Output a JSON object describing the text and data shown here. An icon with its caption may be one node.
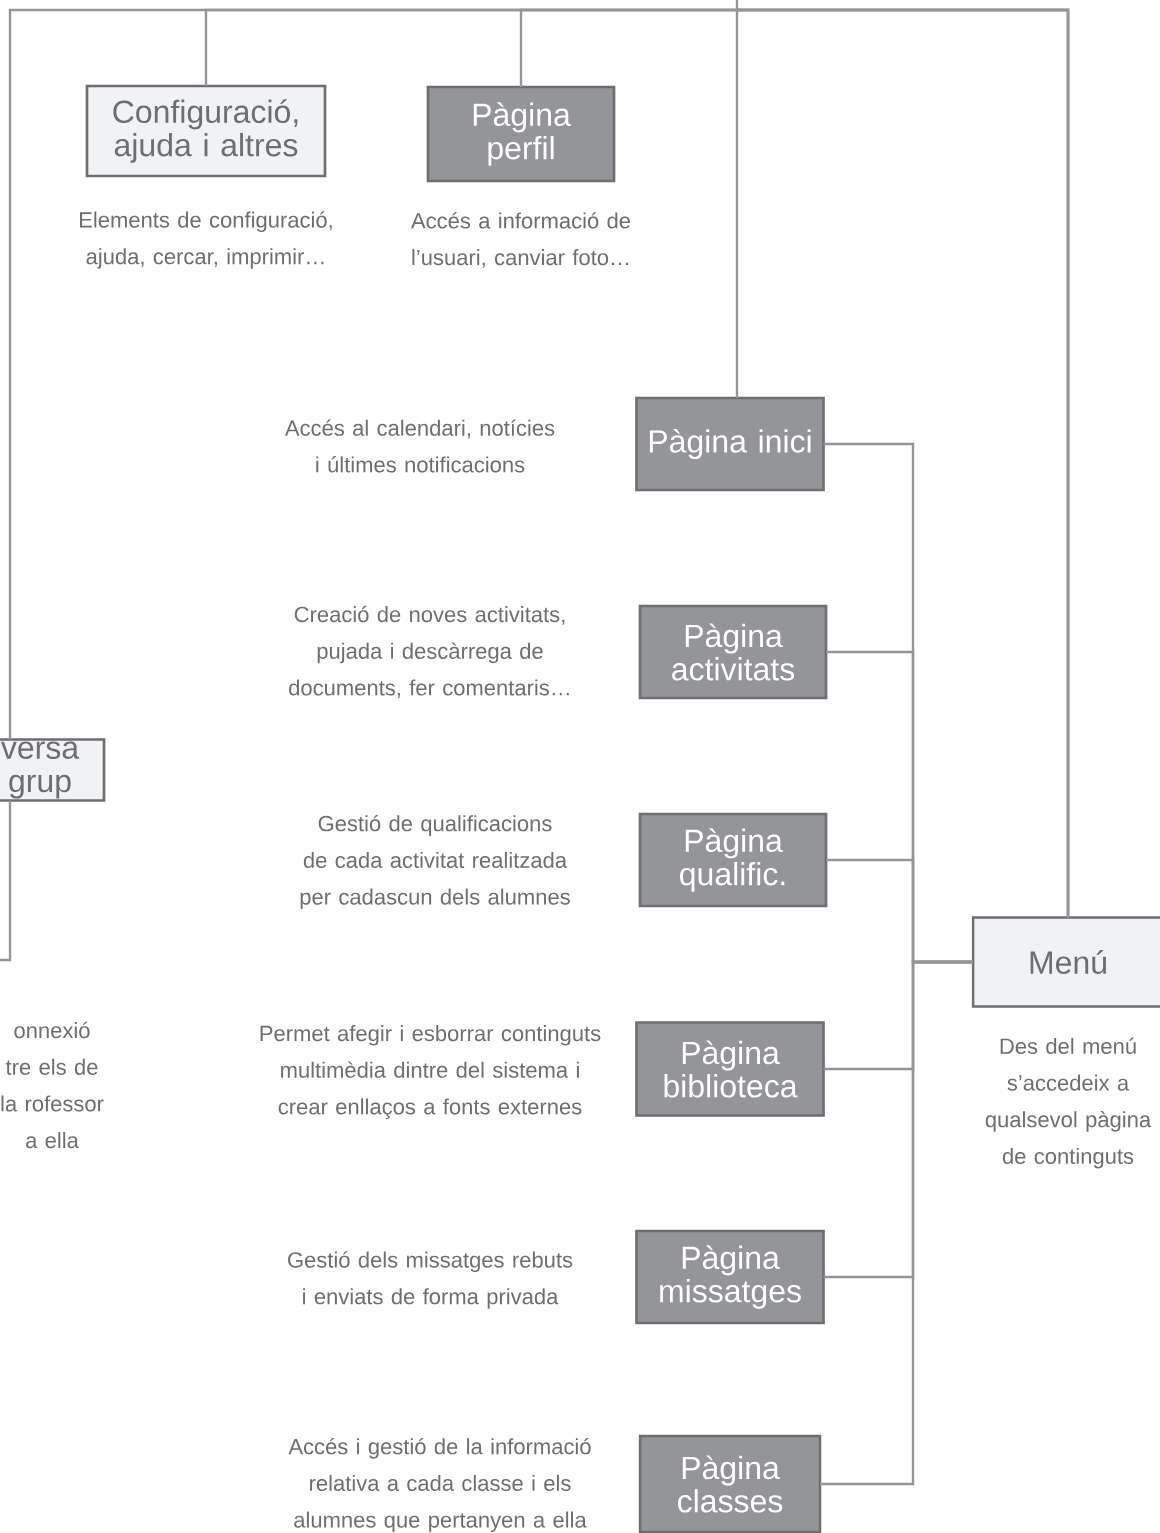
{
  "diagram": {
    "nodes": [
      {
        "text": [
          "Configuració, ajuda i altres"
        ],
        "beside": [
          "Elements de configuració, ajuda, cercar, imprimir…"
        ]
      },
      {
        "text": [
          "Pàgina perfil"
        ],
        "beside": [
          "Accés a informació de l’usuari, canviar foto…"
        ]
      },
      {
        "text": [
          "versa grup"
        ]
      },
      {
        "text": [
          "Pàgina inici"
        ],
        "beside": [
          "Accés al calendari, notícies i últimes notificacions"
        ]
      },
      {
        "text": [
          "Pàgina activitats"
        ],
        "beside": [
          "Creació de noves activitats, pujada i descàrrega de documents, fer comentaris…"
        ]
      },
      {
        "text": [
          "Pàgina qualific."
        ],
        "beside": [
          "Gestió de qualificacions de cada activitat realitzada per cadascun dels alumnes"
        ]
      },
      {
        "text": [
          "Pàgina biblioteca"
        ],
        "beside": [
          "Permet afegir i esborrar continguts multimèdia dintre del sistema i crear enllaços a fonts externes"
        ]
      },
      {
        "text": [
          "Pàgina missatges"
        ],
        "beside": [
          "Gestió dels missatges rebuts i enviats de forma privada"
        ]
      },
      {
        "text": [
          "Pàgina classes"
        ],
        "beside": [
          "Accés i gestió de la informació relativa a cada classe i els alumnes que pertanyen a ella"
        ]
      },
      {
        "text": [
          "Menú"
        ],
        "beside": [
          "Des del menú s’accedeix a qualsevol pàgina de continguts"
        ]
      }
    ],
    "edges": [
      {
        "from": 9,
        "to": 0,
        "arrow": "none"
      },
      {
        "from": 9,
        "to": 1,
        "arrow": "none"
      },
      {
        "from": 9,
        "to": 2,
        "arrow": "none"
      },
      {
        "from": 9,
        "to": 3,
        "arrow": "none"
      },
      {
        "from": 2,
        "to": null,
        "arrow": "none"
      },
      {
        "from": 9,
        "to": 3,
        "arrow": "none"
      },
      {
        "from": 9,
        "to": 4,
        "arrow": "none"
      },
      {
        "from": 9,
        "to": 5,
        "arrow": "none"
      },
      {
        "from": 9,
        "to": 6,
        "arrow": "none"
      },
      {
        "from": 9,
        "to": 7,
        "arrow": "none"
      },
      {
        "from": 9,
        "to": 8,
        "arrow": "none"
      }
    ],
    "labels": [
      "onnexió tre els de la rofessor a ella"
    ]
  }
}
